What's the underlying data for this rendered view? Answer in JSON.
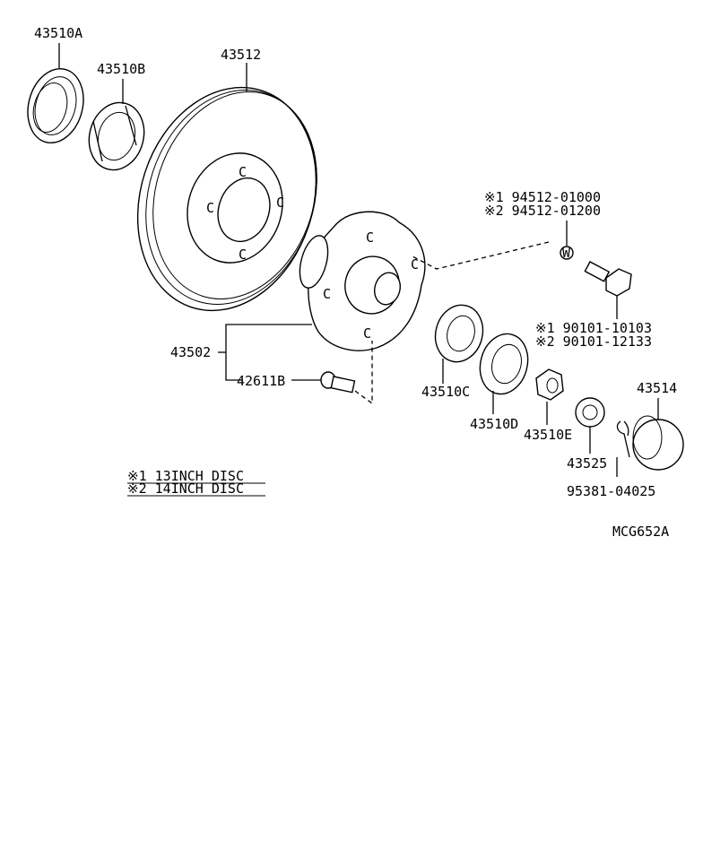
{
  "labels": {
    "p43510A": "43510A",
    "p43510B": "43510B",
    "p43512": "43512",
    "p43502": "43502",
    "p42611B": "42611B",
    "p43510C": "43510C",
    "p43510D": "43510D",
    "p43510E": "43510E",
    "p43525": "43525",
    "p43514": "43514",
    "p95381": "95381-04025",
    "bolt1": "※1 90101-10103",
    "bolt2": "※2 90101-12133",
    "washer1": "※1 94512-01000",
    "washer2": "※2 94512-01200",
    "washer_mark": "W"
  },
  "legend": {
    "line1": "※1 13INCH DISC",
    "line2": "※2 14INCH DISC"
  },
  "drawing_code": "MCG652A"
}
